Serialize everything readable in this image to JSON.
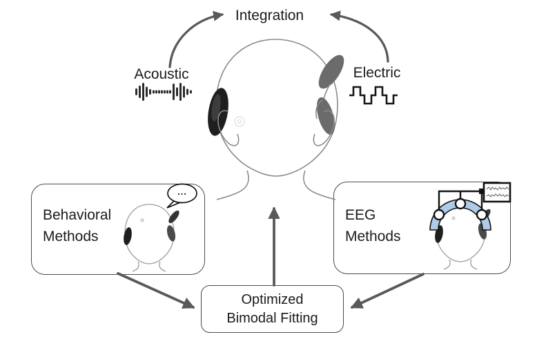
{
  "diagram": {
    "integration_label": "Integration",
    "acoustic_label": "Acoustic",
    "electric_label": "Electric",
    "behavioral_label": "Behavioral\nMethods",
    "eeg_label": "EEG\nMethods",
    "optimized_label": "Optimized\nBimodal Fitting",
    "speech_bubble_text": "...",
    "icons": {
      "acoustic": "acoustic-waveform-icon",
      "electric": "electric-pulse-icon",
      "speech": "speech-bubble-icon",
      "eeg_cap": "eeg-cap-icon",
      "eeg_recorder": "eeg-recorder-icon",
      "hearing_aid": "hearing-aid-icon",
      "cochlear_implant": "cochlear-implant-icon"
    },
    "colors": {
      "arrow": "#595959",
      "box_border": "#4a4a4a",
      "text": "#1a1a1a",
      "eeg_cap_fill": "#aecbe8",
      "eeg_cap_stroke": "#111111",
      "device_dark": "#1f1f1f",
      "device_gray": "#6b6b6b",
      "head_outline": "#8a8a8a"
    }
  }
}
